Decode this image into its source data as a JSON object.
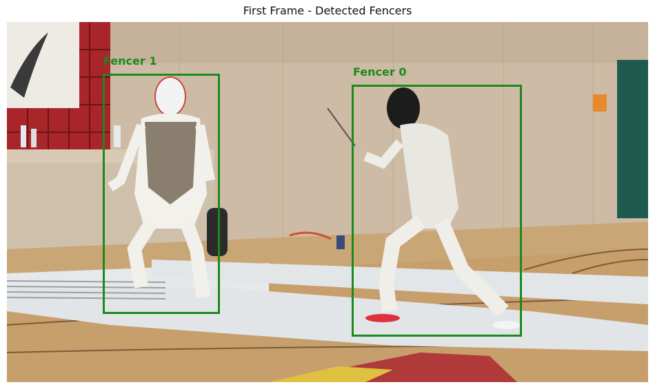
{
  "title": "First Frame - Detected Fencers",
  "box_color": "#1a8a1a",
  "detections": [
    {
      "label": "Fencer 1"
    },
    {
      "label": "Fencer 0"
    }
  ]
}
